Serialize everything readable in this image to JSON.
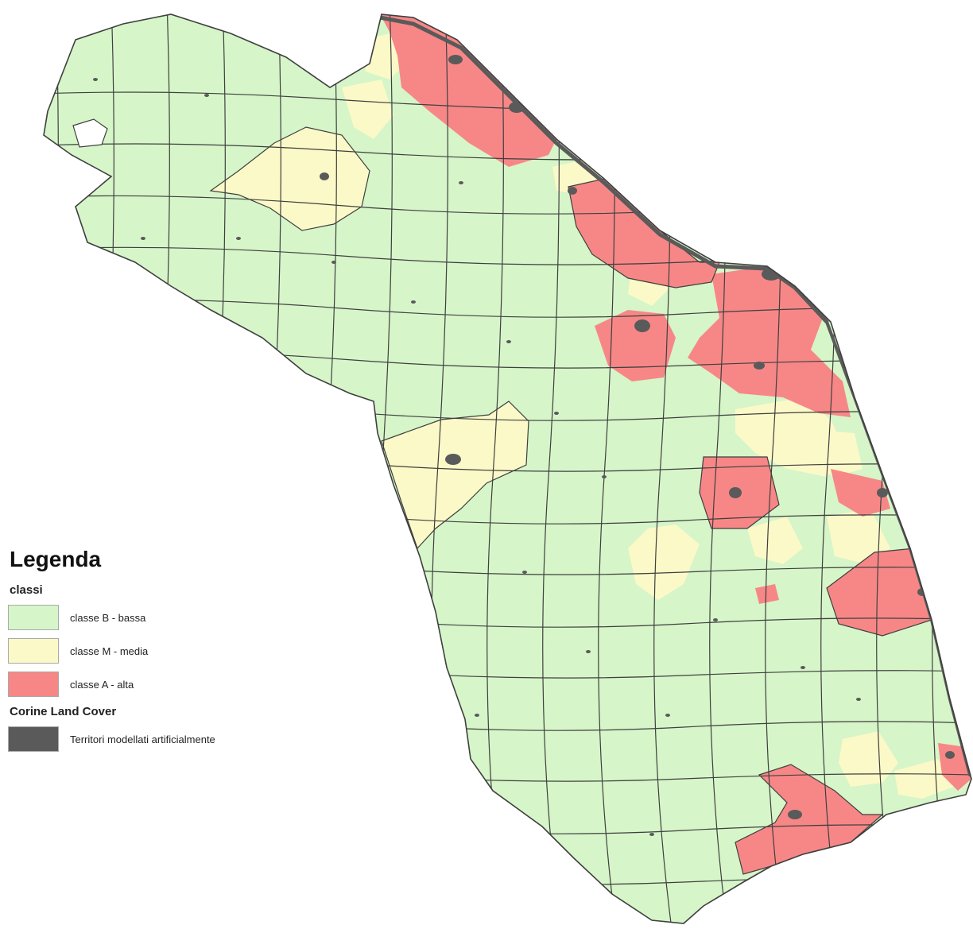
{
  "colors": {
    "classe_b": "#d6f5c9",
    "classe_m": "#fbf9c8",
    "classe_a": "#f78787",
    "urban": "#5a5a5a",
    "boundary": "#3f3f3f"
  },
  "legend": {
    "title": "Legenda",
    "classes_header": "classi",
    "items": [
      {
        "label": "classe B - bassa",
        "color_key": "classe_b"
      },
      {
        "label": "classe M - media",
        "color_key": "classe_m"
      },
      {
        "label": "classe A - alta",
        "color_key": "classe_a"
      }
    ],
    "clc_header": "Corine Land Cover",
    "clc_item": {
      "label": "Territori modellati artificialmente",
      "color_key": "urban"
    }
  }
}
